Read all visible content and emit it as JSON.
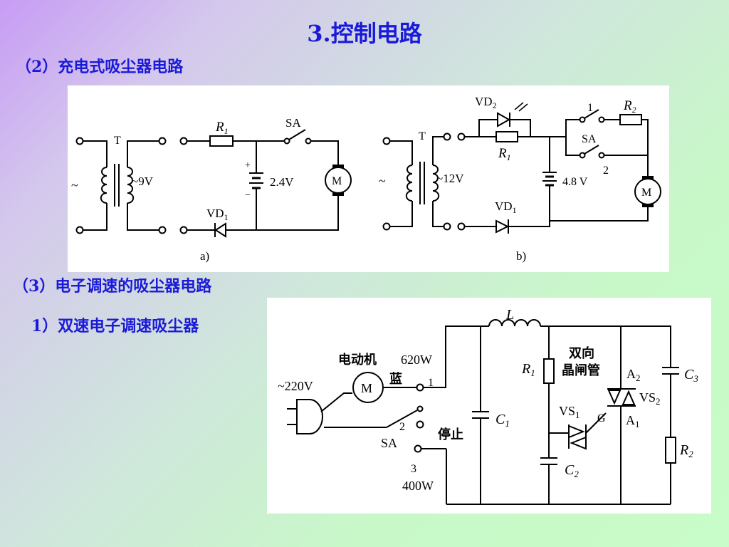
{
  "slide": {
    "title": "3.控制电路",
    "sub2": "（2）充电式吸尘器电路",
    "sub3": "（3）电子调速的吸尘器电路",
    "sub3_1": "1）双速电子调速吸尘器"
  },
  "figure_a": {
    "caption": "a)",
    "tilde": "~",
    "transformer": "T",
    "voltage_ac": "~9V",
    "resistor": "R",
    "resistor_sub": "1",
    "switch": "SA",
    "battery_plus": "+",
    "battery_minus": "−",
    "battery_voltage": "2.4V",
    "motor": "M",
    "diode": "VD",
    "diode_sub": "1"
  },
  "figure_b": {
    "caption": "b)",
    "tilde": "~",
    "transformer": "T",
    "voltage_ac": "~12V",
    "led": "VD",
    "led_sub": "2",
    "resistor1": "R",
    "resistor1_sub": "1",
    "resistor2": "R",
    "resistor2_sub": "2",
    "switch": "SA",
    "pos1": "1",
    "pos2": "2",
    "battery_voltage": "4.8 V",
    "motor": "M",
    "diode": "VD",
    "diode_sub": "1"
  },
  "figure_c": {
    "mains": "~220V",
    "motor_label": "电动机",
    "motor": "M",
    "power_high": "620W",
    "blue": "蓝",
    "pos1": "1",
    "pos2": "2",
    "pos3": "3",
    "switch": "SA",
    "stop": "停止",
    "power_low": "400W",
    "inductor": "L",
    "c1": "C",
    "c1_sub": "1",
    "r1": "R",
    "r1_sub": "1",
    "triac_label_line1": "双向",
    "triac_label_line2": "晶闸管",
    "vs1": "VS",
    "vs1_sub": "1",
    "vs2": "VS",
    "vs2_sub": "2",
    "gate": "G",
    "a2": "A",
    "a2_sub": "2",
    "a1": "A",
    "a1_sub": "1",
    "c2": "C",
    "c2_sub": "2",
    "c3": "C",
    "c3_sub": "3",
    "r2": "R",
    "r2_sub": "2"
  }
}
